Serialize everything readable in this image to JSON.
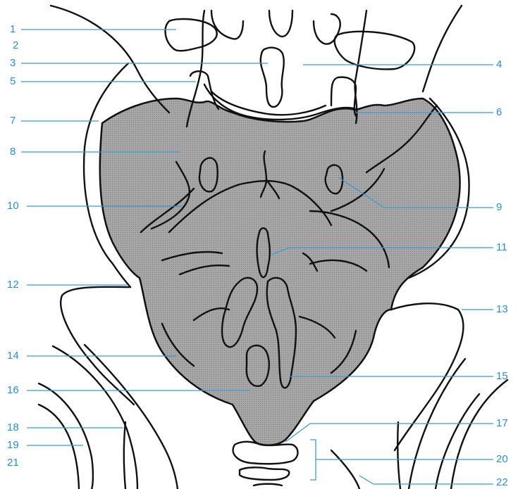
{
  "labels_left": [
    {
      "id": "1",
      "text": "1"
    },
    {
      "id": "2",
      "text": "2"
    },
    {
      "id": "3",
      "text": "3"
    },
    {
      "id": "5",
      "text": "5"
    },
    {
      "id": "7",
      "text": "7"
    },
    {
      "id": "8",
      "text": "8"
    },
    {
      "id": "10",
      "text": "10"
    },
    {
      "id": "12",
      "text": "12"
    },
    {
      "id": "14",
      "text": "14"
    },
    {
      "id": "16",
      "text": "16"
    },
    {
      "id": "18",
      "text": "18"
    },
    {
      "id": "19",
      "text": "19"
    },
    {
      "id": "21",
      "text": "21"
    }
  ],
  "labels_right": [
    {
      "id": "4",
      "text": "4"
    },
    {
      "id": "6",
      "text": "6"
    },
    {
      "id": "9",
      "text": "9"
    },
    {
      "id": "11",
      "text": "11"
    },
    {
      "id": "13",
      "text": "13"
    },
    {
      "id": "15",
      "text": "15"
    },
    {
      "id": "17",
      "text": "17"
    },
    {
      "id": "20",
      "text": "20"
    },
    {
      "id": "22",
      "text": "22"
    }
  ],
  "colors": {
    "label": "#2a8fc9",
    "leader": "#3a9bd5",
    "shade": "#9a9a9a",
    "ink": "#111111"
  }
}
